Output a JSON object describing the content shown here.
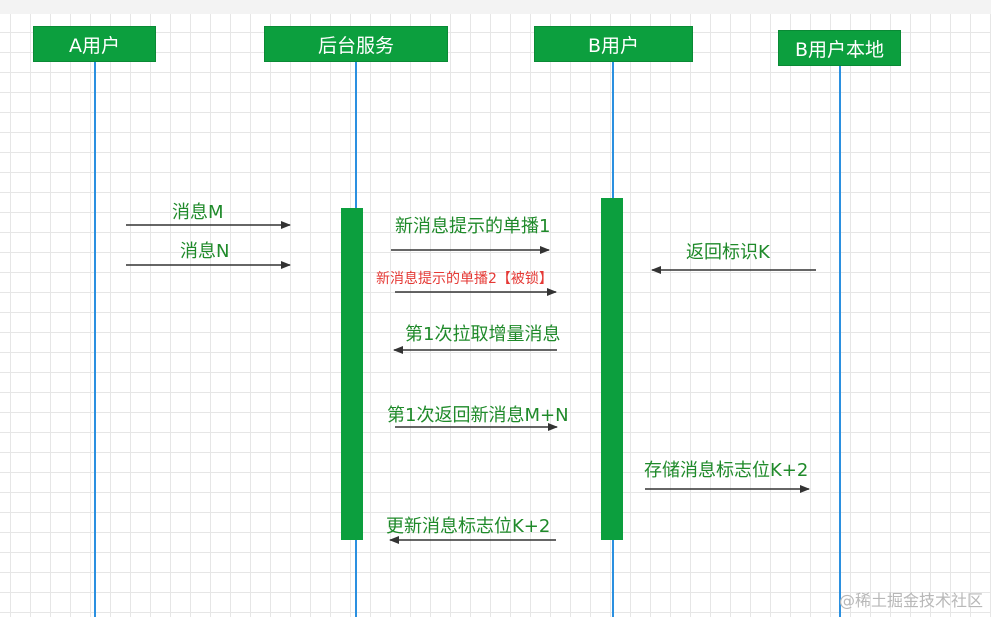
{
  "actors": {
    "a_user": "A用户",
    "backend": "后台服务",
    "b_user": "B用户",
    "b_local": "B用户本地"
  },
  "messages": {
    "msg_m": "消息M",
    "msg_n": "消息N",
    "new_msg_unicast_1": "新消息提示的单播1",
    "new_msg_unicast_2": "新消息提示的单播2【被锁】",
    "first_pull": "第1次拉取增量消息",
    "first_return": "第1次返回新消息M+N",
    "update_flag": "更新消息标志位K+2",
    "return_flag": "返回标识K",
    "store_flag": "存储消息标志位K+2"
  },
  "watermark": "@稀土掘金技术社区",
  "colors": {
    "actor_fill": "#0c9f3e",
    "lifeline": "#2b90e0",
    "label_text": "#1f8a2a",
    "highlight_text": "#e53935",
    "arrow": "#333333"
  }
}
